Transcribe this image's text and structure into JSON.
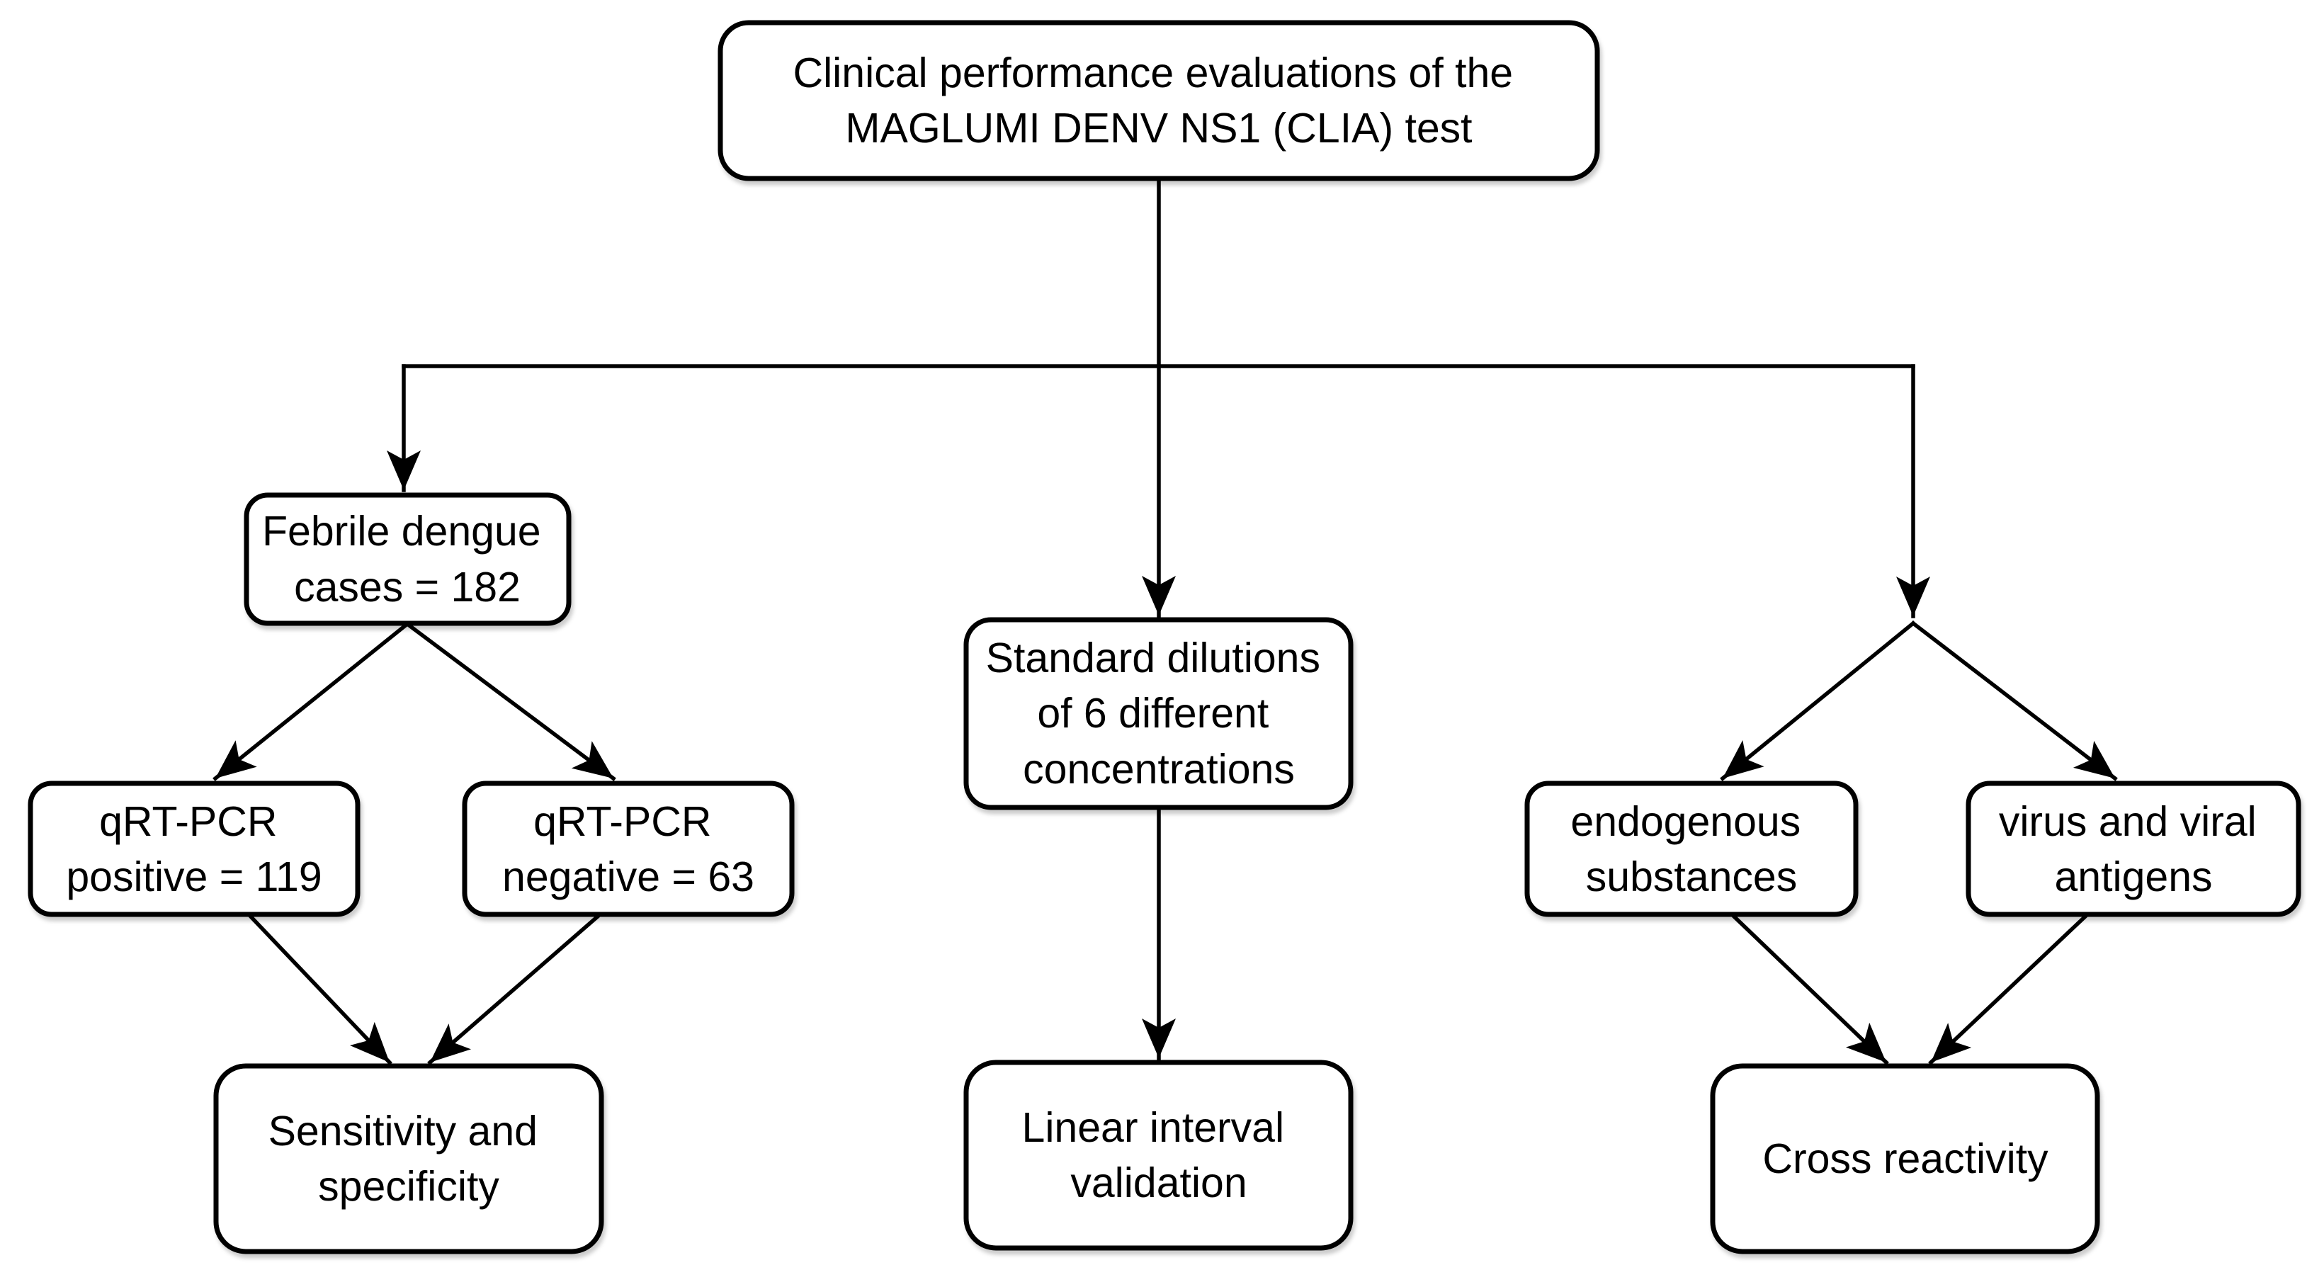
{
  "diagram": {
    "type": "flowchart",
    "colors": {
      "stroke": "#000000",
      "fill": "#ffffff",
      "text": "#000000",
      "background": "#ffffff"
    }
  },
  "nodes": {
    "root": {
      "lines": [
        "Clinical performance evaluations of the",
        "MAGLUMI DENV NS1 (CLIA) test"
      ]
    },
    "febrile": {
      "lines": [
        "Febrile dengue",
        "cases = 182"
      ]
    },
    "pcr_positive": {
      "lines": [
        "qRT-PCR",
        "positive = 119"
      ]
    },
    "pcr_negative": {
      "lines": [
        "qRT-PCR",
        "negative = 63"
      ]
    },
    "sensitivity": {
      "lines": [
        "Sensitivity and",
        "specificity"
      ]
    },
    "dilutions": {
      "lines": [
        "Standard dilutions",
        "of 6 different",
        "concentrations"
      ]
    },
    "linear": {
      "lines": [
        "Linear interval",
        "validation"
      ]
    },
    "endogenous": {
      "lines": [
        "endogenous",
        "substances"
      ]
    },
    "viral": {
      "lines": [
        "virus and viral",
        "antigens"
      ]
    },
    "cross": {
      "lines": [
        "Cross reactivity"
      ]
    }
  },
  "edges": [
    {
      "from": "root",
      "to": "febrile"
    },
    {
      "from": "root",
      "to": "dilutions"
    },
    {
      "from": "root",
      "to": "right-junction"
    },
    {
      "from": "febrile",
      "to": "pcr_positive"
    },
    {
      "from": "febrile",
      "to": "pcr_negative"
    },
    {
      "from": "pcr_positive",
      "to": "sensitivity"
    },
    {
      "from": "pcr_negative",
      "to": "sensitivity"
    },
    {
      "from": "dilutions",
      "to": "linear"
    },
    {
      "from": "right-junction",
      "to": "endogenous"
    },
    {
      "from": "right-junction",
      "to": "viral"
    },
    {
      "from": "endogenous",
      "to": "cross"
    },
    {
      "from": "viral",
      "to": "cross"
    }
  ]
}
